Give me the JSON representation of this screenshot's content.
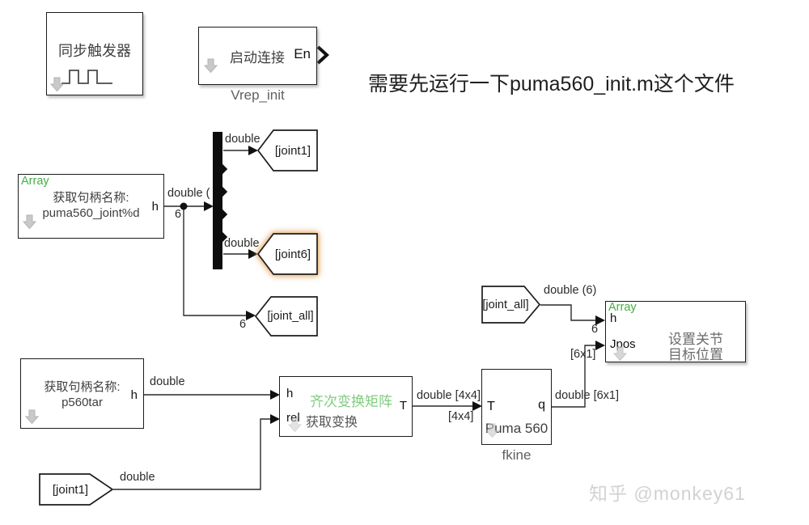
{
  "annotation_title": "需要先运行一下puma560_init.m这个文件",
  "watermark": "知乎 @monkey61",
  "colors": {
    "array_tag_green": "#44b044",
    "transform_title_green": "#7fcc7f",
    "highlight_glow": "#e2a35c",
    "block_border": "#1c1c1c",
    "wire": "#2a2a2a",
    "icon_gray": "#c9c9c9"
  },
  "blocks": {
    "sync_trigger": {
      "label": "同步触发器"
    },
    "vrep_init": {
      "label": "启动连接",
      "en_port": "En",
      "caption": "Vrep_init"
    },
    "get_handle_joints": {
      "tag": "Array",
      "name_line1": "获取句柄名称:",
      "name_line2": "puma560_joint%d",
      "out_port": "h"
    },
    "goto_joint1": {
      "label": "[joint1]"
    },
    "goto_joint6": {
      "label": "[joint6]"
    },
    "goto_joint_all": {
      "label": "[joint_all]"
    },
    "from_joint_all": {
      "label": "[joint_all]"
    },
    "set_joint_target": {
      "tag": "Array",
      "in_port1": "h",
      "in_port2": "Jpos",
      "name_line1": "设置关节",
      "name_line2": "目标位置"
    },
    "get_handle_p560tar": {
      "name_line1": "获取句柄名称:",
      "name_line2": "p560tar",
      "out_port": "h"
    },
    "get_transform": {
      "in_port1": "h",
      "in_port2": "rel",
      "title": "齐次变换矩阵",
      "subtitle": "获取变换",
      "out_port": "T"
    },
    "puma560": {
      "in_port": "T",
      "out_port": "q",
      "label": "Puma 560",
      "caption": "fkine"
    },
    "from_joint1": {
      "label": "[joint1]"
    }
  },
  "wire_labels": {
    "joints_out_type": "double (",
    "joints_out_width": "6",
    "demux_out1_type": "double",
    "demux_out6_type": "double",
    "joint_all_branch_width": "6",
    "p560tar_out_type": "double",
    "transform_out_type": "double [4x4]",
    "transform_out_dim": "[4x4]",
    "puma_out_type": "double [6x1]",
    "jpos_in_dim": "[6x1]",
    "from_joint_all_type": "double (6)",
    "from_joint_all_width": "6",
    "from_joint1_out_type": "double"
  }
}
